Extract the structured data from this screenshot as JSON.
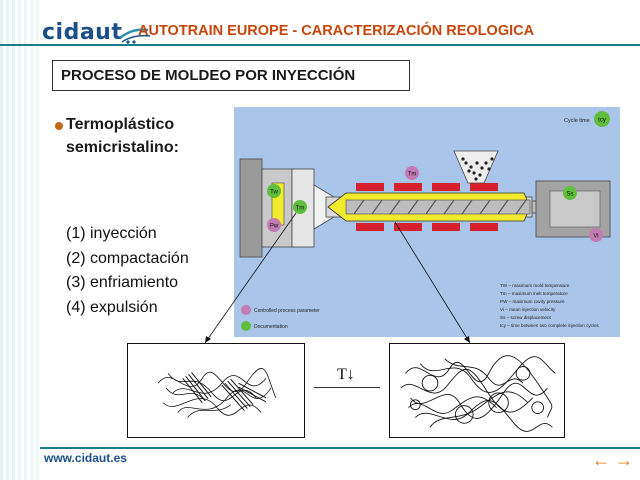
{
  "header": {
    "logo_text": "cidaut",
    "title": "AUTOTRAIN EUROPE - CARACTERIZACIÓN REOLOGICA"
  },
  "section": {
    "title": "PROCESO DE MOLDEO POR INYECCIÓN"
  },
  "bullet": {
    "line1": "Termoplástico",
    "line2": "semicristalino:"
  },
  "steps": [
    "(1) inyección",
    "(2) compactación",
    "(3) enfriamiento",
    "(4) expulsión"
  ],
  "diagram": {
    "cycle_time_label": "Cycle time",
    "badges": {
      "cycle": "tcy",
      "tm_top": "Tm",
      "tw": "Tw",
      "tm_mold": "Tm",
      "pw": "Pw",
      "ss": "Ss",
      "vi": "Vi"
    },
    "legend": {
      "controlled": "Controlled process parameter",
      "documentation": "Documentation"
    },
    "definitions": [
      "TW – maximum mold temperature",
      "Tm – maximum melt temperature",
      "PW – maximum cavity pressure",
      "Vi – mean injection velocity",
      "Ss – screw displacement",
      "tcy – time between two complete injection cycles"
    ],
    "colors": {
      "background": "#a9c6ea",
      "heater": "#d6202e",
      "melt": "#f2ea2c",
      "controlled": "#c27bb4",
      "documentation": "#5fbe3d"
    }
  },
  "transition": {
    "label": "T↓"
  },
  "footer": {
    "url": "www.cidaut.es",
    "prev_icon": "←",
    "next_icon": "→"
  }
}
